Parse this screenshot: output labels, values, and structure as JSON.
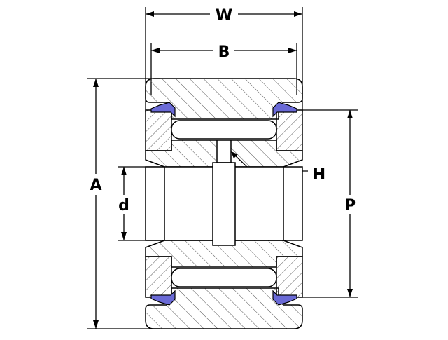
{
  "labels": {
    "W": "W",
    "B": "B",
    "A": "A",
    "P": "P",
    "d": "d",
    "H": "H"
  },
  "colors": {
    "line": "#000000",
    "hatch": "#555555",
    "seal": "#6a6ad6",
    "background": "#ffffff"
  }
}
